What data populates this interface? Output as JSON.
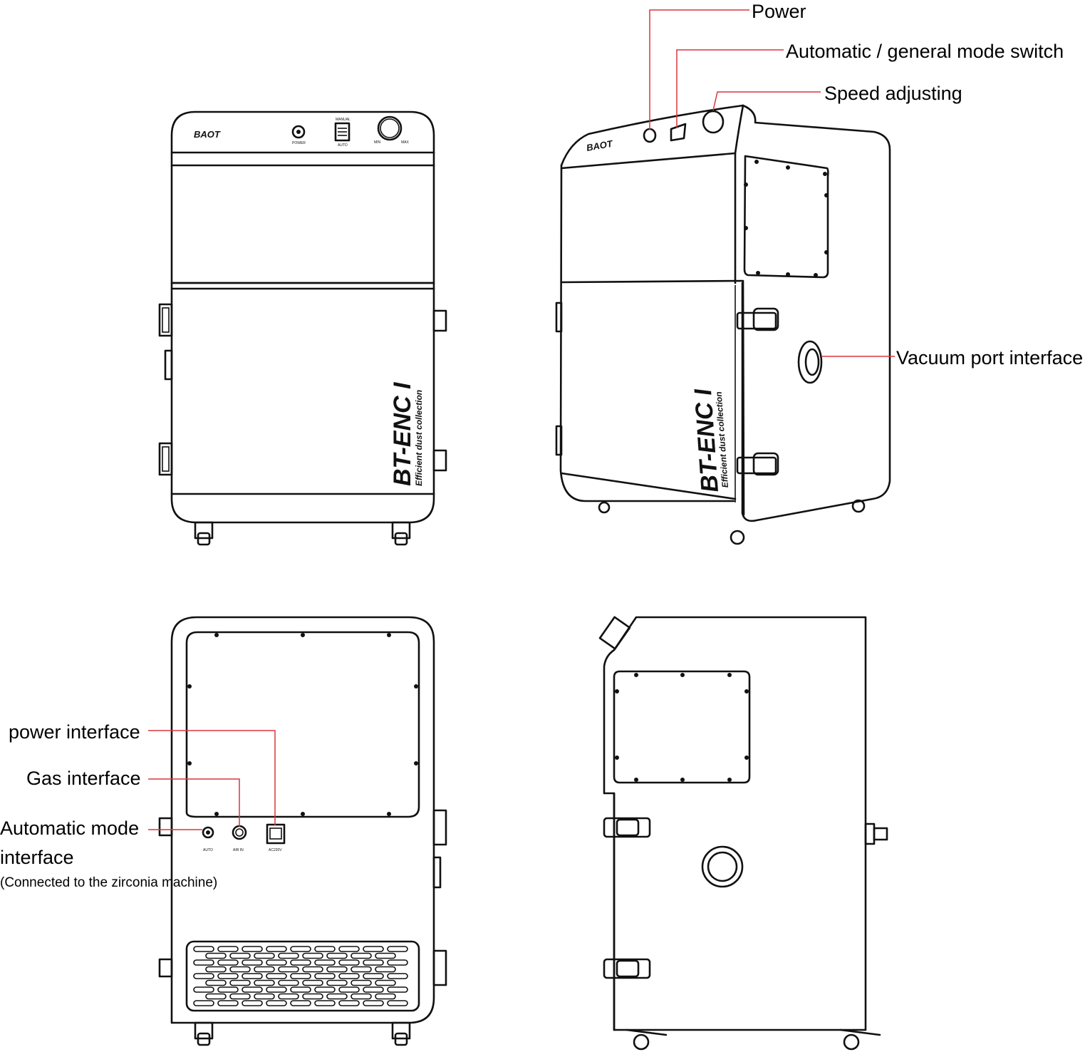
{
  "brand": "BAOT",
  "product": {
    "model": "BT-ENC I",
    "tagline": "Efficient dust collection"
  },
  "panel_marks": {
    "power": "POWER",
    "mode_top": "MANUAL",
    "mode_bottom": "AUTO",
    "speed_min": "MIN",
    "speed_max": "MAX"
  },
  "rear_marks": {
    "auto": "AUTO",
    "air_in": "AIR IN",
    "ac": "AC220V"
  },
  "callouts": {
    "power": "Power",
    "mode_switch": "Automatic / general mode switch",
    "speed": "Speed adjusting",
    "vacuum": "Vacuum port interface",
    "power_interface": "power interface",
    "gas_interface": "Gas interface",
    "auto_mode_line1": "Automatic mode",
    "auto_mode_line2": "interface",
    "auto_mode_note": "(Connected to the zirconia machine)"
  },
  "colors": {
    "leader_line": "#d9363e",
    "outline": "#111111",
    "background": "#ffffff"
  }
}
